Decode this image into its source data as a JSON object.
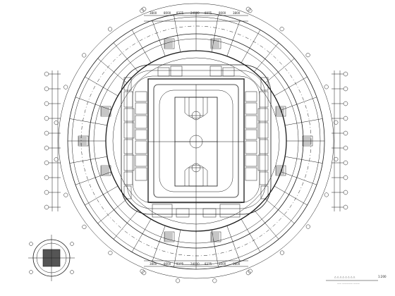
{
  "drawing": {
    "top_dimensions": [
      "3800",
      "8000",
      "8375",
      "24000",
      "8375",
      "8000",
      "3800"
    ],
    "bottom_dimensions": [
      "3800",
      "8000",
      "8375",
      "24000",
      "8375",
      "8000",
      "3800"
    ],
    "scale_text": "1:200",
    "title_text": "△ △ △ △ △ △ △ △",
    "subtitle_text": "—— ————— ———"
  },
  "colors": {
    "line": "#1a1a1a",
    "background": "#ffffff",
    "hatch": "#555555"
  }
}
